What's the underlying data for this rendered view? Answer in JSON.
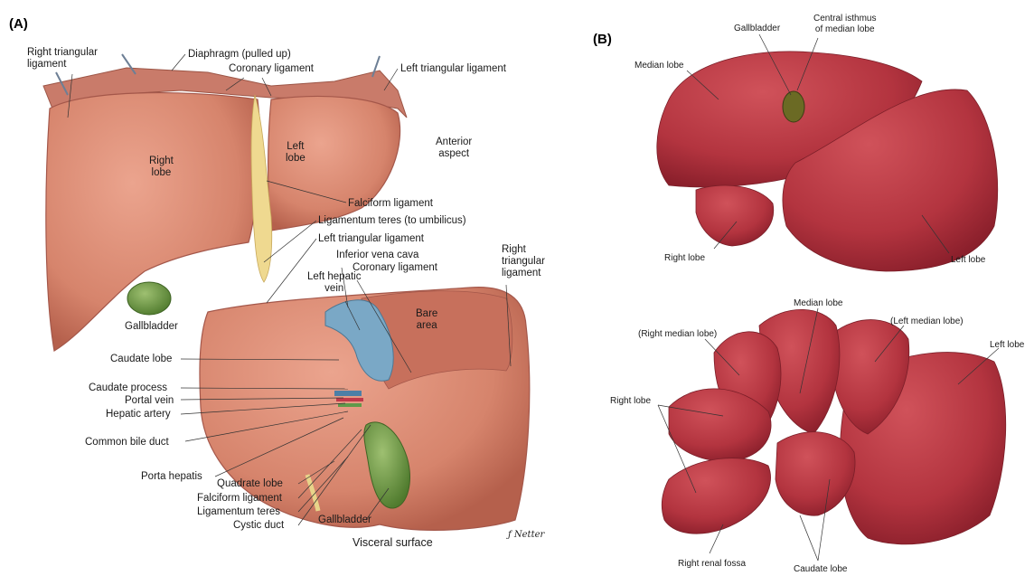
{
  "panel_a": {
    "letter": "(A)",
    "labels": {
      "right_triangular_ligament_top": "Right triangular\nligament",
      "diaphragm": "Diaphragm (pulled up)",
      "coronary_ligament_top": "Coronary ligament",
      "left_triangular_ligament_top": "Left triangular ligament",
      "right_lobe": "Right\nlobe",
      "left_lobe": "Left\nlobe",
      "anterior_aspect": "Anterior\naspect",
      "falciform_ligament_top": "Falciform ligament",
      "ligamentum_teres_top": "Ligamentum teres (to umbilicus)",
      "left_triangular_ligament_mid": "Left triangular ligament",
      "inferior_vena_cava": "Inferior vena cava",
      "coronary_ligament_mid": "Coronary ligament",
      "right_triangular_ligament_mid": "Right\ntriangular\nligament",
      "left_hepatic_vein": "Left hepatic\nvein",
      "bare_area": "Bare\narea",
      "gallbladder_top": "Gallbladder",
      "caudate_lobe": "Caudate lobe",
      "caudate_process": "Caudate process",
      "portal_vein": "Portal vein",
      "hepatic_artery": "Hepatic artery",
      "common_bile_duct": "Common bile duct",
      "porta_hepatis": "Porta hepatis",
      "quadrate_lobe": "Quadrate lobe",
      "falciform_ligament_bottom": "Falciform ligament",
      "ligamentum_teres_bottom": "Ligamentum teres",
      "cystic_duct": "Cystic duct",
      "gallbladder_bottom": "Gallbladder",
      "visceral_surface": "Visceral surface"
    }
  },
  "panel_b": {
    "letter": "(B)",
    "labels": {
      "gallbladder": "Gallbladder",
      "central_isthmus": "Central isthmus\nof median lobe",
      "median_lobe_top": "Median lobe",
      "right_lobe_top": "Right lobe",
      "left_lobe_top": "Left lobe",
      "median_lobe_bottom": "Median lobe",
      "right_median_lobe": "(Right median lobe)",
      "left_median_lobe": "(Left median lobe)",
      "left_lobe_bottom": "Left lobe",
      "right_lobe_bottom": "Right lobe",
      "right_renal_fossa": "Right renal fossa",
      "caudate_lobe": "Caudate lobe"
    }
  },
  "colors": {
    "human_liver": "#d98a74",
    "human_liver_dark": "#b8624f",
    "animal_liver": "#b5353f",
    "animal_liver_dark": "#8e2230",
    "gallbladder": "#5f8a3a",
    "ivc": "#6f9fc0",
    "ligament": "#e8d48a"
  }
}
